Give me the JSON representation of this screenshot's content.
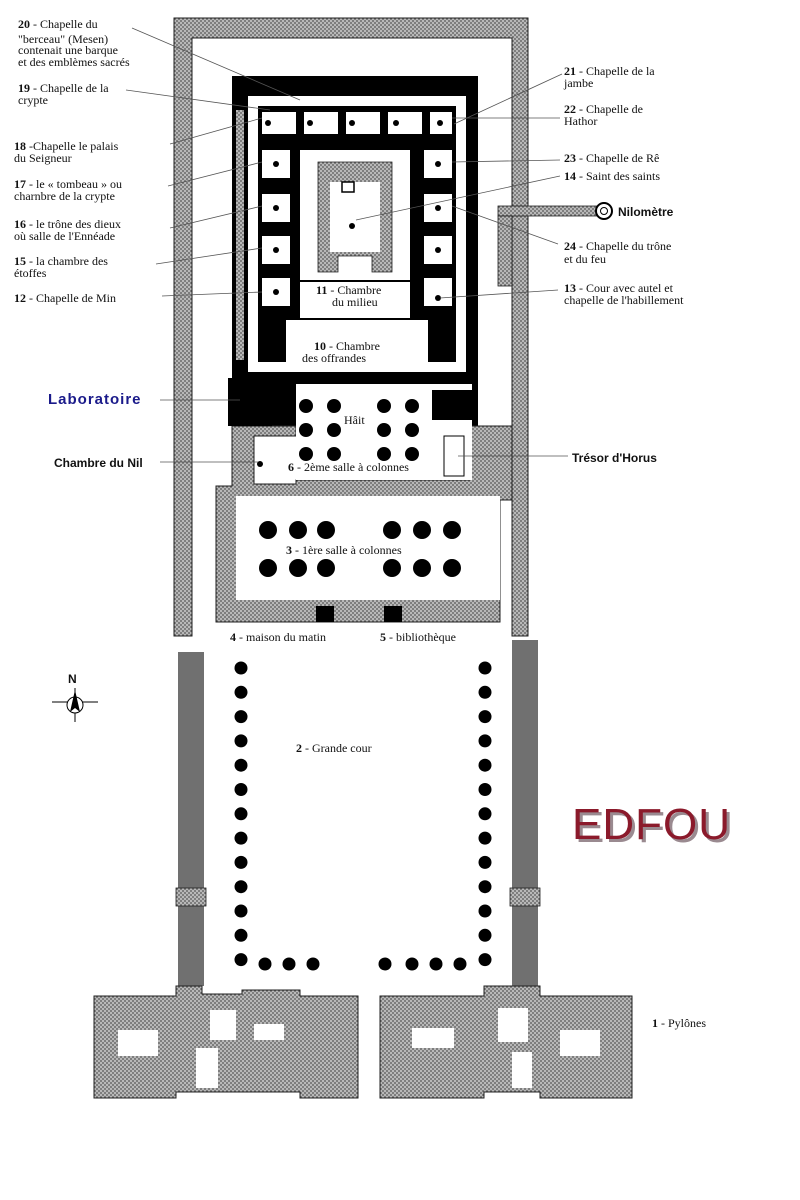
{
  "title": "EDFOU",
  "compass": {
    "letter": "N"
  },
  "rooms": {
    "r20": {
      "num": "20",
      "lines": [
        " - Chapelle du",
        "\"berceau\" (Mesen)",
        "contenait une barque",
        "et des emblèmes sacrés"
      ]
    },
    "r19": {
      "num": "19",
      "lines": [
        " - Chapelle de la",
        "crypte"
      ]
    },
    "r18": {
      "num": "18",
      "lines": [
        " -Chapelle  le palais",
        "du Seigneur"
      ]
    },
    "r17": {
      "num": "17",
      "lines": [
        " - le « tombeau » ou",
        "charnbre de la crypte"
      ]
    },
    "r16": {
      "num": "16",
      "lines": [
        " - le trône des dieux",
        "où salle de l'Ennéade"
      ]
    },
    "r15": {
      "num": "15",
      "lines": [
        " - la chambre des",
        "étoffes"
      ]
    },
    "r12": {
      "num": "12",
      "lines": [
        " - Chapelle de Min"
      ]
    },
    "r21": {
      "num": "21",
      "lines": [
        " - Chapelle de la",
        "jambe"
      ]
    },
    "r22": {
      "num": "22",
      "lines": [
        " - Chapelle de",
        "Hathor"
      ]
    },
    "r23": {
      "num": "23",
      "lines": [
        " - Chapelle de Rê"
      ]
    },
    "r14": {
      "num": "14",
      "lines": [
        " - Saint des saints"
      ]
    },
    "r24": {
      "num": "24",
      "lines": [
        " - Chapelle du trône",
        "et du feu"
      ]
    },
    "r13": {
      "num": "13",
      "lines": [
        " - Cour avec autel et",
        "chapelle de l'habillement"
      ]
    },
    "r11": {
      "num": "11",
      "lines": [
        " - Chambre",
        "du milieu"
      ]
    },
    "r10": {
      "num": "10",
      "lines": [
        " - Chambre",
        "des offrandes"
      ]
    },
    "r6": {
      "num": "6",
      "lines": [
        " - 2ème salle à colonnes"
      ]
    },
    "r3": {
      "num": "3",
      "lines": [
        " - 1ère salle à colonnes"
      ]
    },
    "r4": {
      "num": "4",
      "lines": [
        " - maison du matin"
      ]
    },
    "r5": {
      "num": "5",
      "lines": [
        " - bibliothèque"
      ]
    },
    "r2": {
      "num": "2",
      "lines": [
        " - Grande cour"
      ]
    },
    "r1": {
      "num": "1",
      "lines": [
        " - Pylônes"
      ]
    }
  },
  "named": {
    "nilometre": "Nilomètre",
    "laboratoire": "Laboratoire",
    "chambre_nil": "Chambre du Nil",
    "tresor": "Trésor d'Horus",
    "hait": "Hâit"
  },
  "colors": {
    "wall_hatch": "#9a9a9a",
    "wall_dark": "#6e6e6e",
    "solid": "#000000",
    "title": "#8b1a2b"
  }
}
